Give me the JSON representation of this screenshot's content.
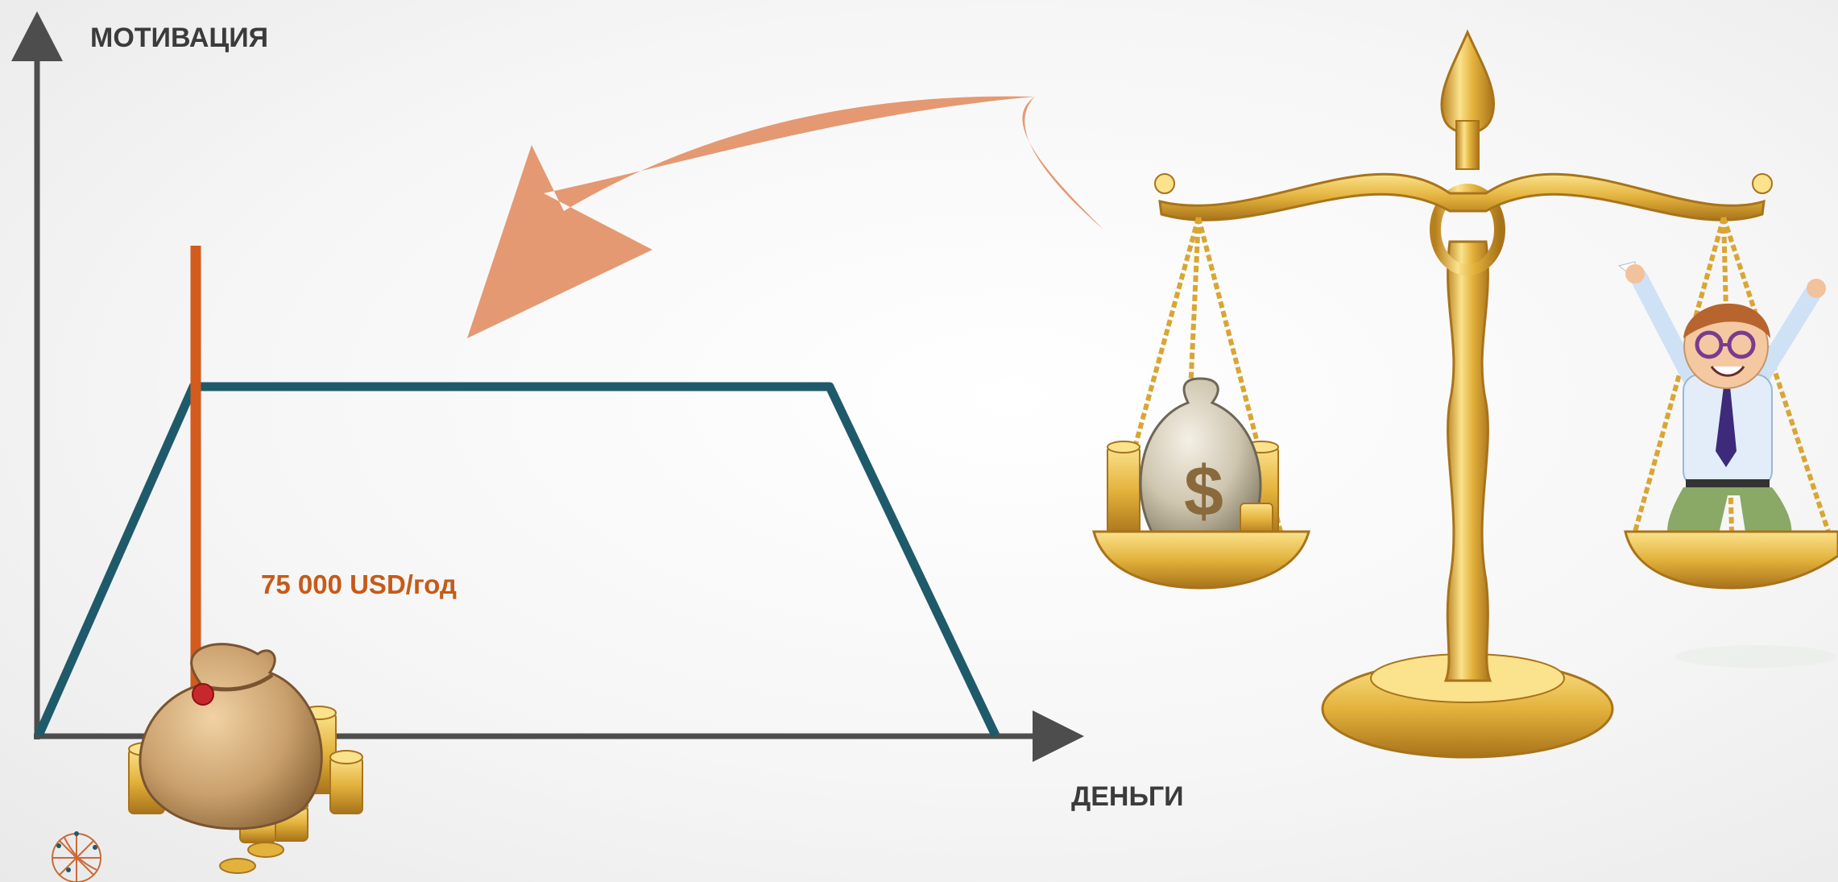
{
  "axes": {
    "y_label": "МОТИВАЦИЯ",
    "x_label": "ДЕНЬГИ"
  },
  "threshold": {
    "label": "75 000 USD/год"
  },
  "colors": {
    "axis": "#4d4d4d",
    "curve": "#1f5a6a",
    "threshold": "#d35b1e",
    "threshold_text": "#c65a17",
    "arrow": "#e3936a",
    "gold": "#e3b23c",
    "gold_dark": "#b8801d",
    "gold_light": "#fbe28c",
    "money_bag": "#c9a06c"
  },
  "icons": {
    "money_bag": "money-bag-icon",
    "scales": "balance-scales-icon",
    "person": "happy-person-icon",
    "logo": "network-sphere-logo-icon"
  }
}
